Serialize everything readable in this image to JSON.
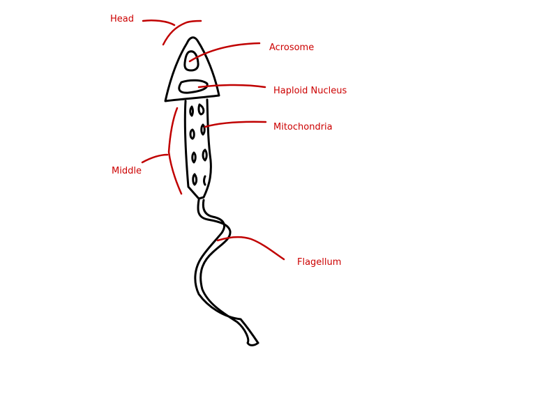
{
  "colors": {
    "label": "#cc0000",
    "leader": "#c00000",
    "outline": "#000000"
  },
  "labels": {
    "head": "Head",
    "acrosome": "Acrosome",
    "haploid_nucleus": "Haploid Nucleus",
    "mitochondria": "Mitochondria",
    "middle": "Middle",
    "flagellum": "Flagellum"
  }
}
